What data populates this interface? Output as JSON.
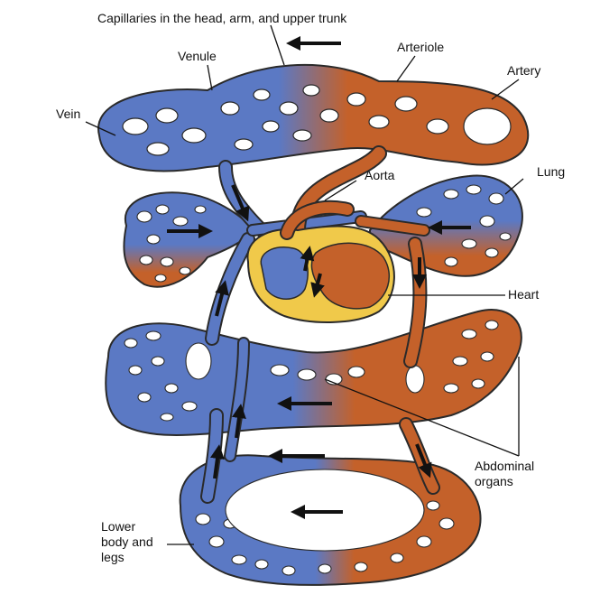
{
  "diagram": {
    "labels": {
      "capillaries": "Capillaries in the head, arm, and upper trunk",
      "venule": "Venule",
      "arteriole": "Arteriole",
      "artery": "Artery",
      "vein": "Vein",
      "aorta": "Aorta",
      "lung": "Lung",
      "heart": "Heart",
      "abdominal": "Abdominal organs",
      "lower_body": "Lower body and legs"
    }
  },
  "colors": {
    "vein_blue": "#5b79c4",
    "vein_blue_light": "#7f99d6",
    "artery_orange": "#c4612a",
    "artery_orange_light": "#d97b3e",
    "heart_yellow": "#f0c94a",
    "outline": "#2a2a2a",
    "arrow": "#111111"
  }
}
